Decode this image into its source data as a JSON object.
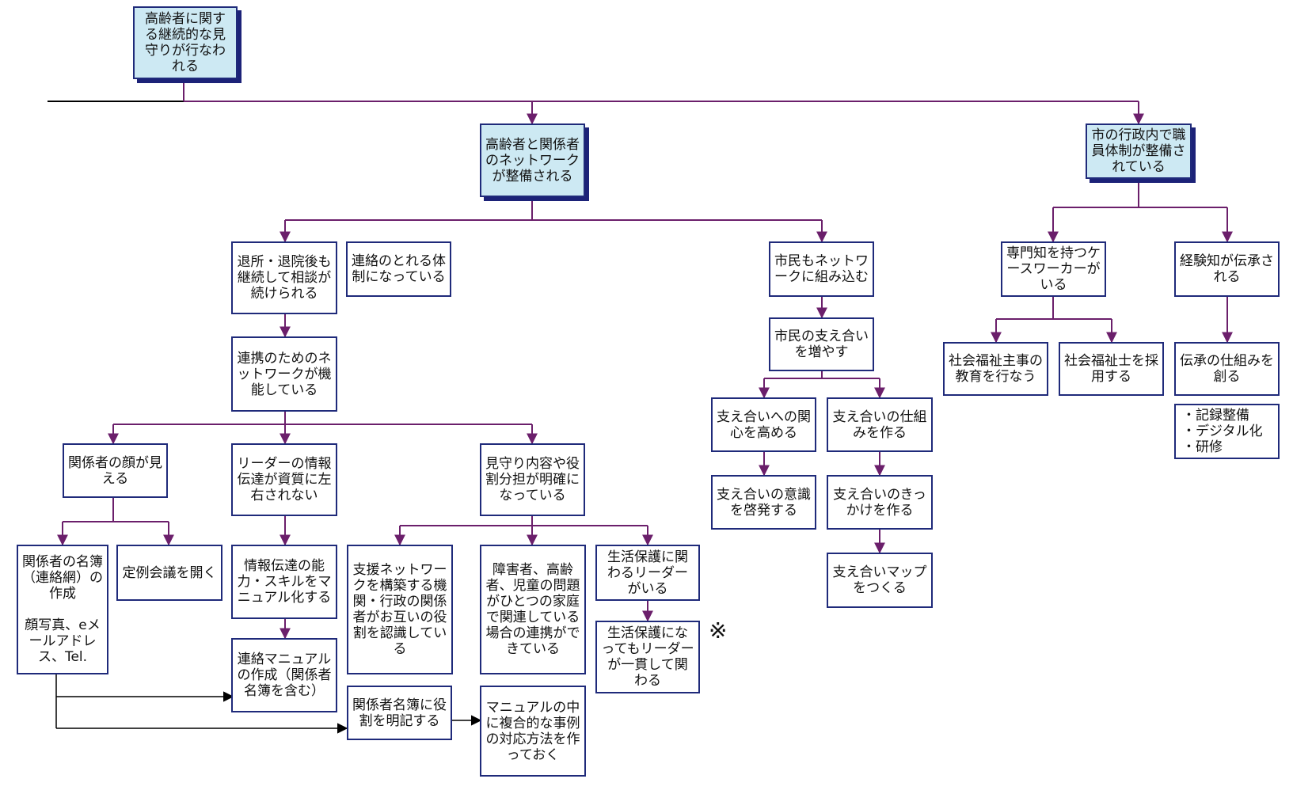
{
  "nodes": {
    "root": "高齢者に関する継続的な見守りが行なわれる",
    "network": "高齢者と関係者のネットワークが整備される",
    "staff": "市の行政内で職員体制が整備されている",
    "consult": "退所・退院後も継続して相談が続けられる",
    "contact": "連絡のとれる体制になっている",
    "citizen_net": "市民もネットワークに組み込む",
    "expert": "専門知を持つケースワーカーがいる",
    "experience": "経験知が伝承される",
    "cooperation": "連携のためのネットワークが機能している",
    "citizen_support": "市民の支え合いを増やす",
    "welfare_edu": "社会福祉主事の教育を行なう",
    "welfare_hire": "社会福祉士を採用する",
    "inherit": "伝承の仕組みを創る",
    "inherit_items": "・記録整備\n・デジタル化\n・研修",
    "interest": "支え合いへの関心を高める",
    "mechanism": "支え合いの仕組みを作る",
    "awareness": "支え合いの意識を啓発する",
    "trigger": "支え合いのきっかけを作る",
    "map": "支え合いマップをつくる",
    "faces": "関係者の顔が見える",
    "leader": "リーダーの情報伝達が資質に左右されない",
    "roles": "見守り内容や役割分担が明確になっている",
    "directory": "関係者の名簿（連絡網）の作成\n\n顔写真、eメールアドレス、Tel.",
    "meeting": "定例会議を開く",
    "manualize": "情報伝達の能力・スキルをマニュアル化する",
    "support_net": "支援ネットワークを構築する機関・行政の関係者がお互いの役割を認識している",
    "disability": "障害者、高齢者、児童の問題がひとつの家庭で関連している場合の連携ができている",
    "welfare_leader": "生活保護に関わるリーダーがいる",
    "contact_manual": "連絡マニュアルの作成（関係者名簿を含む）",
    "welfare_consistent": "生活保護になってもリーダーが一貫して関わる",
    "role_directory": "関係者名簿に役割を明記する",
    "complex_manual": "マニュアルの中に複合的な事例の対応方法を作っておく"
  },
  "note_mark": "※",
  "colors": {
    "connector": "#6b1f6b",
    "border": "#1f2a7a",
    "highlight": "#cde9f3",
    "shadow": "#1c2278"
  }
}
